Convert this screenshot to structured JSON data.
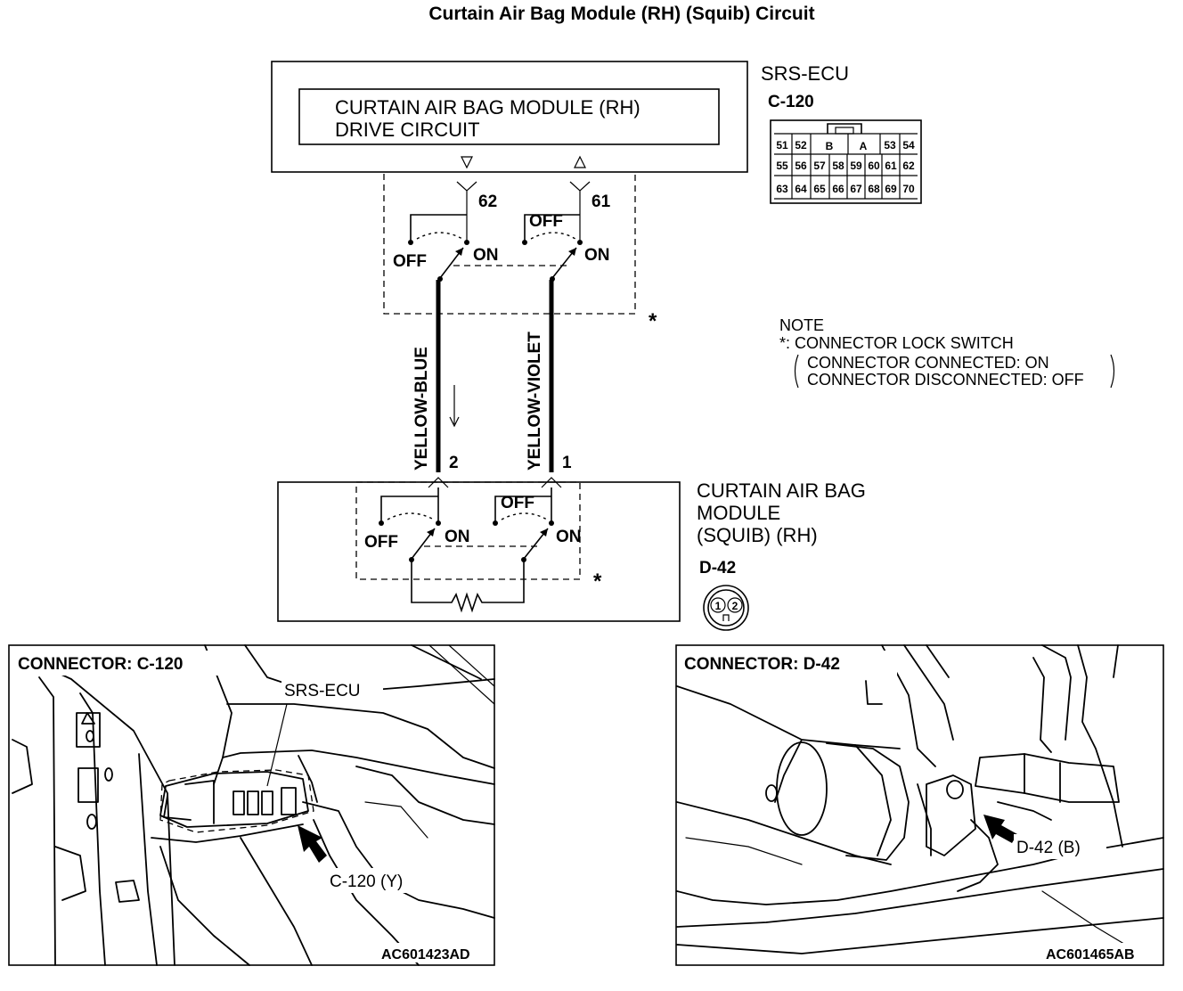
{
  "title": "Curtain Air Bag Module (RH) (Squib) Circuit",
  "ecu": {
    "name": "SRS-ECU",
    "connector": "C-120",
    "drive_circuit_line1": "CURTAIN AIR BAG MODULE (RH)",
    "drive_circuit_line2": "DRIVE CIRCUIT",
    "pin_left": "62",
    "pin_right": "61",
    "connector_pins_row1": [
      "51",
      "52",
      "B",
      "A",
      "53",
      "54"
    ],
    "connector_pins_row2": [
      "55",
      "56",
      "57",
      "58",
      "59",
      "60",
      "61",
      "62"
    ],
    "connector_pins_row3": [
      "63",
      "64",
      "65",
      "66",
      "67",
      "68",
      "69",
      "70"
    ]
  },
  "switch_labels": {
    "off": "OFF",
    "on": "ON"
  },
  "star": "*",
  "wires": [
    {
      "color_label": "YELLOW-BLUE",
      "terminal": "2"
    },
    {
      "color_label": "YELLOW-VIOLET",
      "terminal": "1"
    }
  ],
  "note": {
    "heading": "NOTE",
    "line1": "*: CONNECTOR LOCK SWITCH",
    "line2": "CONNECTOR CONNECTED: ON",
    "line3": "CONNECTOR DISCONNECTED: OFF"
  },
  "module": {
    "line1": "CURTAIN AIR BAG",
    "line2": "MODULE",
    "line3": "(SQUIB) (RH)",
    "connector": "D-42",
    "connector_pins": [
      "1",
      "2"
    ]
  },
  "photo_left": {
    "heading": "CONNECTOR: C-120",
    "label_ecu": "SRS-ECU",
    "label_conn": "C-120 (Y)",
    "code": "AC601423AD"
  },
  "photo_right": {
    "heading": "CONNECTOR: D-42",
    "label_conn": "D-42 (B)",
    "code": "AC601465AB"
  }
}
